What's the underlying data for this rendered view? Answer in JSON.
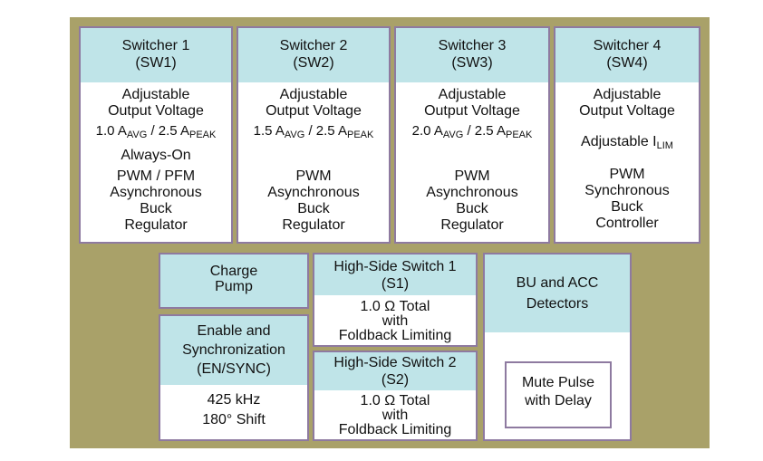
{
  "switchers": [
    {
      "title": "Switcher 1",
      "code": "(SW1)",
      "line1": "Adjustable",
      "line2": "Output Voltage",
      "cur_avg": "1.0 A",
      "avg_sub": "AVG",
      "cur_peak": " / 2.5 A",
      "peak_sub": "PEAK",
      "extra": "Always-On",
      "mode": "PWM / PFM",
      "type1": "Asynchronous",
      "type2": "Buck",
      "type3": "Regulator"
    },
    {
      "title": "Switcher 2",
      "code": "(SW2)",
      "line1": "Adjustable",
      "line2": "Output Voltage",
      "cur_avg": "1.5 A",
      "avg_sub": "AVG",
      "cur_peak": " / 2.5 A",
      "peak_sub": "PEAK",
      "extra": "",
      "mode": "PWM",
      "type1": "Asynchronous",
      "type2": "Buck",
      "type3": "Regulator"
    },
    {
      "title": "Switcher 3",
      "code": "(SW3)",
      "line1": "Adjustable",
      "line2": "Output Voltage",
      "cur_avg": "2.0 A",
      "avg_sub": "AVG",
      "cur_peak": " / 2.5 A",
      "peak_sub": "PEAK",
      "extra": "",
      "mode": "PWM",
      "type1": "Asynchronous",
      "type2": "Buck",
      "type3": "Regulator"
    },
    {
      "title": "Switcher 4",
      "code": "(SW4)",
      "line1": "Adjustable",
      "line2": "Output Voltage",
      "lim_text": "Adjustable I",
      "lim_sub": "LIM",
      "mode": "PWM",
      "type1": "Synchronous",
      "type2": "Buck",
      "type3": "Controller"
    }
  ],
  "charge_pump": {
    "line1": "Charge",
    "line2": "Pump"
  },
  "en_sync": {
    "line1": "Enable and",
    "line2": "Synchronization",
    "line3": "(EN/SYNC)",
    "freq": "425 kHz",
    "shift": "180° Shift"
  },
  "s1": {
    "title": "High-Side Switch 1",
    "code": "(S1)",
    "line1": "1.0 Ω Total",
    "line2": "with",
    "line3": "Foldback Limiting"
  },
  "s2": {
    "title": "High-Side Switch 2",
    "code": "(S2)",
    "line1": "1.0 Ω Total",
    "line2": "with",
    "line3": "Foldback Limiting"
  },
  "detectors": {
    "line1": "BU and ACC",
    "line2": "Detectors",
    "mute1": "Mute Pulse",
    "mute2": "with Delay"
  }
}
